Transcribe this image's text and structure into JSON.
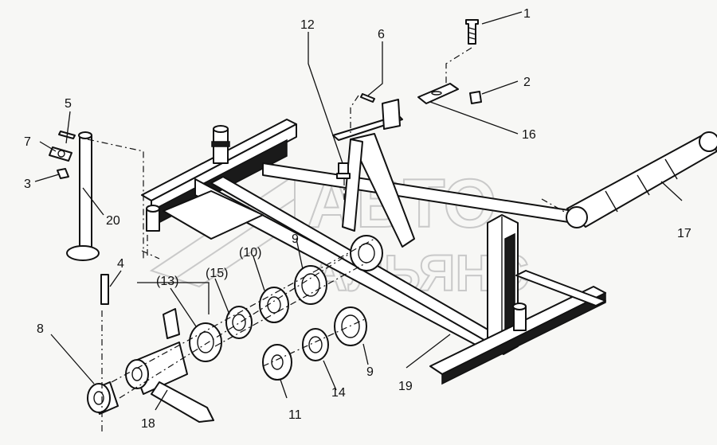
{
  "watermark": {
    "line1": "АВТО",
    "line2": "АЛЬЯНС"
  },
  "callouts": {
    "c1": "1",
    "c2": "2",
    "c3": "3",
    "c4": "4",
    "c5": "5",
    "c6": "6",
    "c7": "7",
    "c8": "8",
    "c9a": "9",
    "c9b": "9",
    "c10": "(10)",
    "c11": "11",
    "c12": "12",
    "c13": "(13)",
    "c14": "14",
    "c15": "(15)",
    "c16": "16",
    "c17": "17",
    "c18": "18",
    "c19": "19",
    "c20": "20"
  }
}
